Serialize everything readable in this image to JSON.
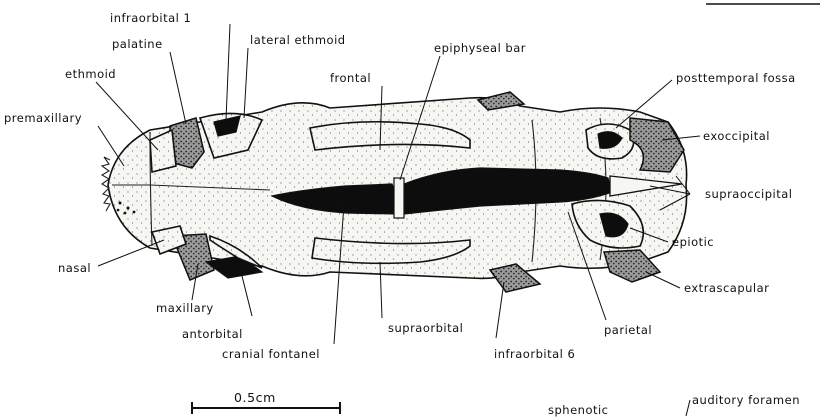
{
  "labels": {
    "infraorbital_1": "infraorbital 1",
    "palatine": "palatine",
    "lateral_ethmoid": "lateral ethmoid",
    "epiphyseal_bar": "epiphyseal bar",
    "ethmoid": "ethmoid",
    "frontal": "frontal",
    "posttemporal_fossa": "posttemporal fossa",
    "premaxillary": "premaxillary",
    "exoccipital": "exoccipital",
    "supraoccipital": "supraoccipital",
    "epiotic": "epiotic",
    "nasal": "nasal",
    "extrascapular": "extrascapular",
    "maxillary": "maxillary",
    "antorbital": "antorbital",
    "supraorbital": "supraorbital",
    "parietal": "parietal",
    "cranial_fontanel": "cranial fontanel",
    "infraorbital_6": "infraorbital 6",
    "sphenotic": "sphenotic",
    "auditory_foramen": "auditory foramen"
  },
  "scale_bar": {
    "label": "0.5cm"
  },
  "colors": {
    "ink": "#111111",
    "paper": "#ffffff",
    "stipple": "#f4f4f0",
    "fontanel": "#0d0d0d"
  }
}
